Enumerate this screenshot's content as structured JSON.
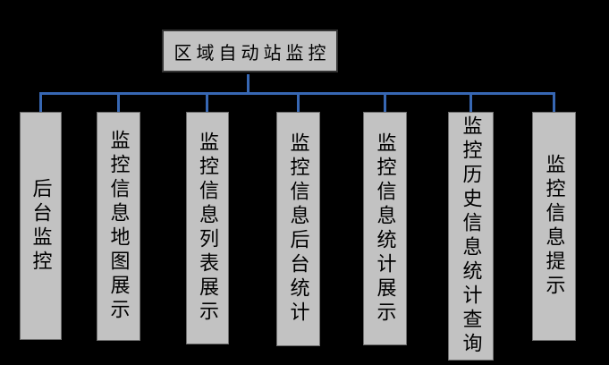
{
  "diagram": {
    "root": {
      "label": "区域自动站监控"
    },
    "children": [
      {
        "label": "后台监控"
      },
      {
        "label": "监控信息地图展示"
      },
      {
        "label": "监控信息列表展示"
      },
      {
        "label": "监控信息后台统计"
      },
      {
        "label": "监控信息统计展示"
      },
      {
        "label": "监控历史信息统计查询"
      },
      {
        "label": "监控信息提示"
      }
    ]
  },
  "colors": {
    "background": "#000000",
    "node_fill": "#c2c2c2",
    "node_border": "#6f6f6f",
    "root_border": "#333333",
    "connector": "#3767b3",
    "text": "#000000"
  }
}
